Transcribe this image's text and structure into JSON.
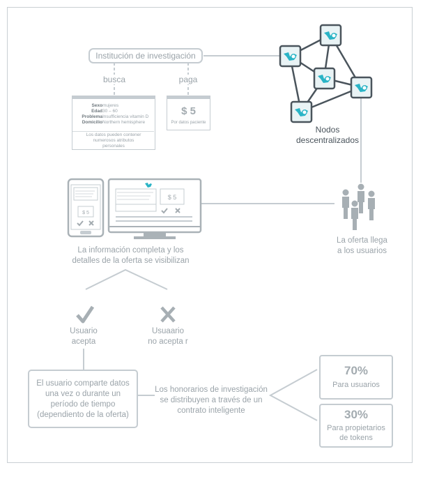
{
  "institution": {
    "label": "Institución de investigación",
    "search_label": "busca",
    "pay_label": "paga"
  },
  "search_card": {
    "fields": [
      {
        "key": "Sexo",
        "value": "mujeres"
      },
      {
        "key": "Edad",
        "value": "30 – 60"
      },
      {
        "key": "Problema",
        "value": "Insufficiencia vitamin D"
      },
      {
        "key": "Domicilio",
        "value": "Northern hemisphere"
      }
    ],
    "note_line1": "Los datos pueden contener",
    "note_line2": "numerosos atributos",
    "note_line3": "personales"
  },
  "pay_card": {
    "amount": "$ 5",
    "caption": "Por datos paciente"
  },
  "nodes": {
    "label_line1": "Nodos",
    "label_line2": "descentralizados"
  },
  "users": {
    "label_line1": "La oferta llega",
    "label_line2": "a los usuarios"
  },
  "mini_screen": {
    "amount": "$ 5"
  },
  "info": {
    "line1": "La información completa y los",
    "line2": "detalles de la oferta se visibilizan"
  },
  "accept": {
    "line1": "Usuario",
    "line2": "acepta"
  },
  "decline": {
    "line1": "Usuaario",
    "line2": "no acepta r"
  },
  "share": {
    "line1": "El usuario comparte datos",
    "line2": "una vez o durante un",
    "line3": "período de tiempo",
    "line4": "(dependiento de la oferta)"
  },
  "fees": {
    "line1": "Los honorarios de investigación",
    "line2": "se distribuyen a través de un",
    "line3": "contrato inteligente"
  },
  "split_users": {
    "percent": "70%",
    "label": "Para usuarios"
  },
  "split_owners": {
    "percent": "30%",
    "label_line1": "Para propietarios",
    "label_line2": "de tokens"
  },
  "colors": {
    "gray": "#9aa3a9",
    "line": "#c5ccd1",
    "node_border": "#4a545c",
    "node_fill": "#2ab4c6"
  }
}
